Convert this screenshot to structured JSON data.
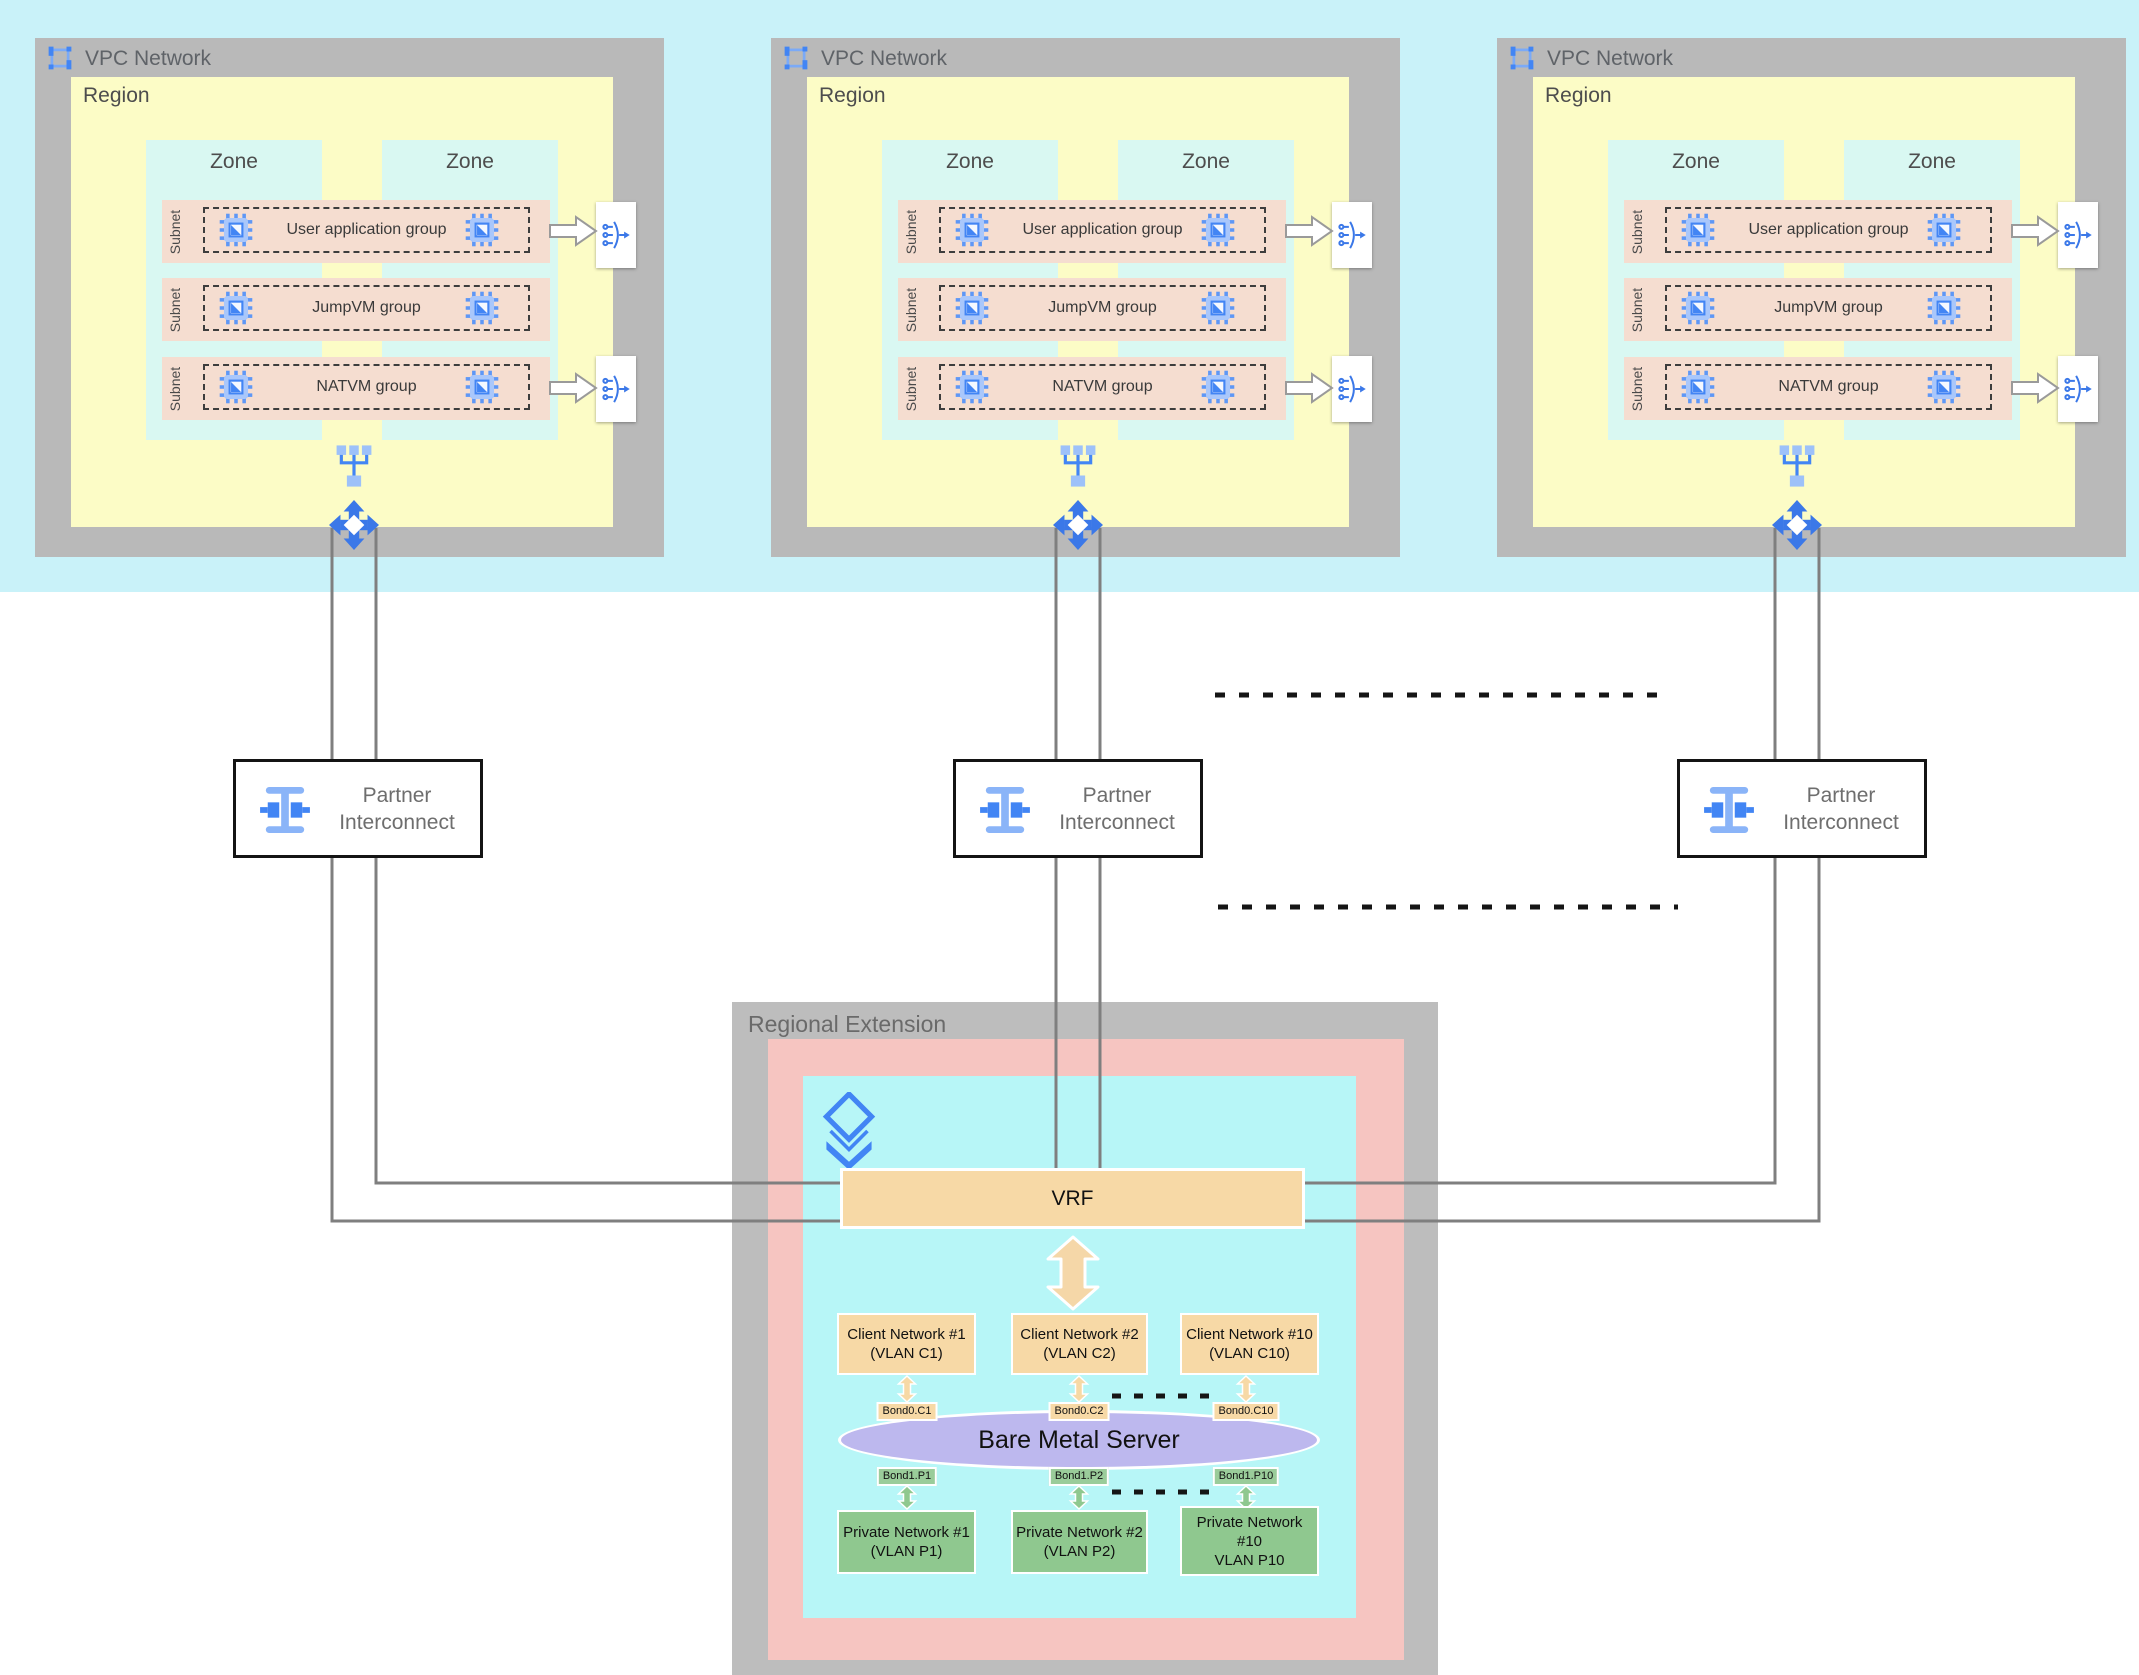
{
  "vpcs": [
    {
      "title": "VPC Network",
      "region_label": "Region",
      "zone_labels": [
        "Zone",
        "Zone"
      ],
      "subnets": [
        {
          "side_label": "Subnet",
          "group": "User application group"
        },
        {
          "side_label": "Subnet",
          "group": "JumpVM group"
        },
        {
          "side_label": "Subnet",
          "group": "NATVM group"
        }
      ]
    },
    {
      "title": "VPC Network",
      "region_label": "Region",
      "zone_labels": [
        "Zone",
        "Zone"
      ],
      "subnets": [
        {
          "side_label": "Subnet",
          "group": "User application group"
        },
        {
          "side_label": "Subnet",
          "group": "JumpVM group"
        },
        {
          "side_label": "Subnet",
          "group": "NATVM group"
        }
      ]
    },
    {
      "title": "VPC Network",
      "region_label": "Region",
      "zone_labels": [
        "Zone",
        "Zone"
      ],
      "subnets": [
        {
          "side_label": "Subnet",
          "group": "User application group"
        },
        {
          "side_label": "Subnet",
          "group": "JumpVM group"
        },
        {
          "side_label": "Subnet",
          "group": "NATVM group"
        }
      ]
    }
  ],
  "interconnects": [
    {
      "line1": "Partner",
      "line2": "Interconnect"
    },
    {
      "line1": "Partner",
      "line2": "Interconnect"
    },
    {
      "line1": "Partner",
      "line2": "Interconnect"
    }
  ],
  "regional_extension": {
    "title": "Regional Extension",
    "vrf_label": "VRF",
    "server_label": "Bare Metal Server",
    "client_networks": [
      {
        "name": "Client Network #1",
        "vlan": "(VLAN C1)",
        "bond": "Bond0.C1"
      },
      {
        "name": "Client Network #2",
        "vlan": "(VLAN C2)",
        "bond": "Bond0.C2"
      },
      {
        "name": "Client Network #10",
        "vlan": "(VLAN C10)",
        "bond": "Bond0.C10"
      }
    ],
    "private_networks": [
      {
        "name": "Private Network #1",
        "vlan": "(VLAN P1)",
        "bond": "Bond1.P1"
      },
      {
        "name": "Private Network #2",
        "vlan": "(VLAN P2)",
        "bond": "Bond1.P2"
      },
      {
        "name": "Private Network #10",
        "vlan": "VLAN P10",
        "bond": "Bond1.P10"
      }
    ]
  },
  "icons": {
    "vpc-network-icon": "selection-frame",
    "vm-icon": "compute-chip",
    "load-balancer-icon": "load-balancer",
    "network-switch-icon": "network-hub",
    "router-icon": "four-way-arrows",
    "interconnect-icon": "interconnect",
    "layers-icon": "stacked-diamonds"
  },
  "colors": {
    "top_band": "#C9F2F9",
    "vpc_gray": "#B9B9B9",
    "region_yellow": "#FCFCC6",
    "zone_cyan": "#D9F8F2",
    "subnet_pink": "#F5DDD0",
    "extension_pink": "#F6C5C1",
    "extension_cyan": "#B7F6F7",
    "accent_orange": "#F7D9A6",
    "server_purple": "#BDB8EE",
    "network_green": "#8FC88F",
    "bond_green": "#9ACC9A",
    "google_blue": "#4285F4",
    "connector_gray": "#7F7F7F"
  }
}
